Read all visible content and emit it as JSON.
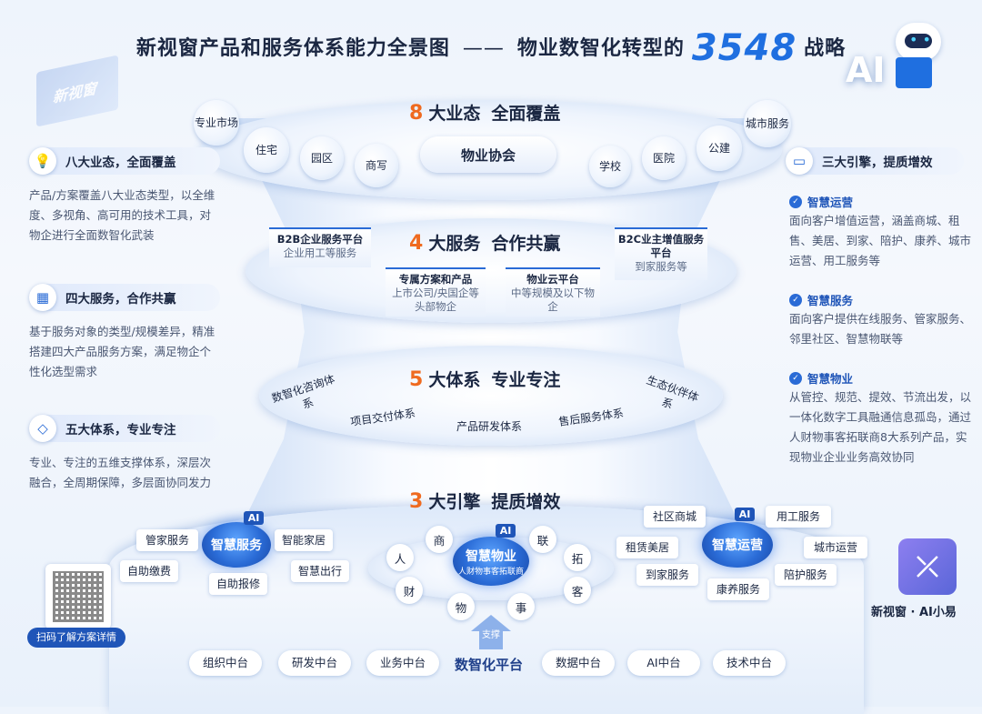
{
  "title": {
    "part1": "新视窗产品和服务体系能力全景图",
    "dash": "——",
    "part2": "物业数智化转型的",
    "num": "3548",
    "part3": "战略"
  },
  "brand_left": "新视窗",
  "ai_badge": "AI",
  "layer8": {
    "num": "8",
    "t1": "大业态",
    "t2": "全面覆盖",
    "center": "物业协会",
    "bubbles": [
      "专业市场",
      "住宅",
      "园区",
      "商写",
      "学校",
      "医院",
      "公建",
      "城市服务"
    ]
  },
  "layer4": {
    "num": "4",
    "t1": "大服务",
    "t2": "合作共赢",
    "services": [
      {
        "l1": "B2B企业服务平台",
        "l2": "企业用工等服务"
      },
      {
        "l1": "专属方案和产品",
        "l2": "上市公司/央国企等头部物企"
      },
      {
        "l1": "物业云平台",
        "l2": "中等规模及以下物企"
      },
      {
        "l1": "B2C业主增值服务平台",
        "l2": "到家服务等"
      }
    ]
  },
  "layer5": {
    "num": "5",
    "t1": "大体系",
    "t2": "专业专注",
    "systems": [
      "数智化咨询体系",
      "项目交付体系",
      "产品研发体系",
      "售后服务体系",
      "生态伙伴体系"
    ]
  },
  "layer3": {
    "num": "3",
    "t1": "大引擎",
    "t2": "提质增效",
    "hub_left": {
      "ai": "AI",
      "name": "智慧服务",
      "items": [
        "管家服务",
        "智能家居",
        "自助缴费",
        "自助报修",
        "智慧出行"
      ]
    },
    "hub_center": {
      "ai": "AI",
      "name": "智慧物业",
      "sub": "人财物事客拓联商",
      "letters": [
        "人",
        "商",
        "联",
        "拓",
        "客",
        "事",
        "物",
        "财"
      ]
    },
    "hub_right": {
      "ai": "AI",
      "name": "智慧运营",
      "items": [
        "社区商城",
        "用工服务",
        "租赁美居",
        "城市运营",
        "到家服务",
        "康养服务",
        "陪护服务"
      ]
    }
  },
  "platform": {
    "support": "支撑",
    "title": "数智化平台",
    "items": [
      "组织中台",
      "研发中台",
      "业务中台",
      "数据中台",
      "AI中台",
      "技术中台"
    ]
  },
  "left": [
    {
      "icon": "lightbulb-icon",
      "head": "八大业态，全面覆盖",
      "text": "产品/方案覆盖八大业态类型，以全维度、多视角、高可用的技术工具，对物企进行全面数智化武装"
    },
    {
      "icon": "grid-icon",
      "head": "四大服务，合作共赢",
      "text": "基于服务对象的类型/规模差异，精准搭建四大产品服务方案，满足物企个性化选型需求"
    },
    {
      "icon": "diamond-icon",
      "head": "五大体系，专业专注",
      "text": "专业、专注的五维支撑体系，深层次融合，全周期保障，多层面协同发力"
    }
  ],
  "right": {
    "icon": "monitor-icon",
    "head": "三大引擎，提质增效",
    "subs": [
      {
        "head": "智慧运营",
        "text": "面向客户增值运营，涵盖商城、租售、美居、到家、陪护、康养、城市运营、用工服务等"
      },
      {
        "head": "智慧服务",
        "text": "面向客户提供在线服务、管家服务、邻里社区、智慧物联等"
      },
      {
        "head": "智慧物业",
        "text": "从管控、规范、提效、节流出发，以一体化数字工具融通信息孤岛，通过人财物事客拓联商8大系列产品，实现物业企业业务高效协同"
      }
    ]
  },
  "qr_button": "扫码了解方案详情",
  "logo_text": "新视窗 · AI小易"
}
